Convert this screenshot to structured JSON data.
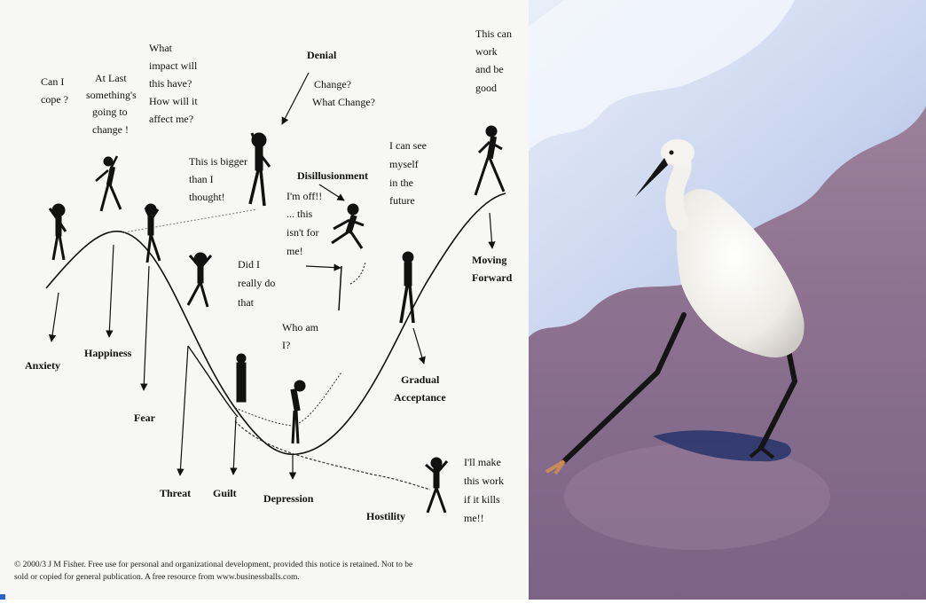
{
  "diagram": {
    "stages": {
      "anxiety": "Anxiety",
      "happiness": "Happiness",
      "fear": "Fear",
      "threat": "Threat",
      "guilt": "Guilt",
      "depression": "Depression",
      "hostility": "Hostility",
      "gradual_acceptance": [
        "Gradual",
        "Acceptance"
      ],
      "moving_forward": [
        "Moving",
        "Forward"
      ],
      "denial": "Denial",
      "disillusionment": "Disillusionment"
    },
    "thoughts": {
      "can_i_cope": [
        "Can I",
        "cope ?"
      ],
      "at_last": [
        "At Last",
        "something's",
        "going to",
        "change !"
      ],
      "what_impact": [
        "What",
        "impact will",
        "this have?",
        "How will it",
        "affect me?"
      ],
      "change": [
        "Change?",
        "What Change?"
      ],
      "bigger": [
        "This is bigger",
        "than I",
        "thought!"
      ],
      "im_off": [
        "I'm off!!",
        "... this",
        "isn't for",
        "me!"
      ],
      "did_i": [
        "Did I",
        "really do",
        "that"
      ],
      "who_am_i": [
        "Who am",
        "I?"
      ],
      "i_can_see": [
        "I can see",
        "myself",
        "in the",
        "future"
      ],
      "this_can_work": [
        "This can",
        "work",
        "and be",
        "good"
      ],
      "ill_make": [
        "I'll make",
        "this work",
        "if it kills",
        "me!!"
      ]
    },
    "notice_line1": "© 2000/3 J M Fisher.  Free use for personal and organizational development, provided this notice is retained.  Not to be",
    "notice_line2": "sold or copied for general publication.  A free resource from www.businessballs.com."
  },
  "photo": {
    "subject": "egret-walking-on-beach",
    "colors": {
      "sand": "#8a6f8c",
      "water": "#c9d4ee",
      "bird": "#f4f3ee",
      "legs": "#151515",
      "shadow": "#24326a"
    }
  }
}
